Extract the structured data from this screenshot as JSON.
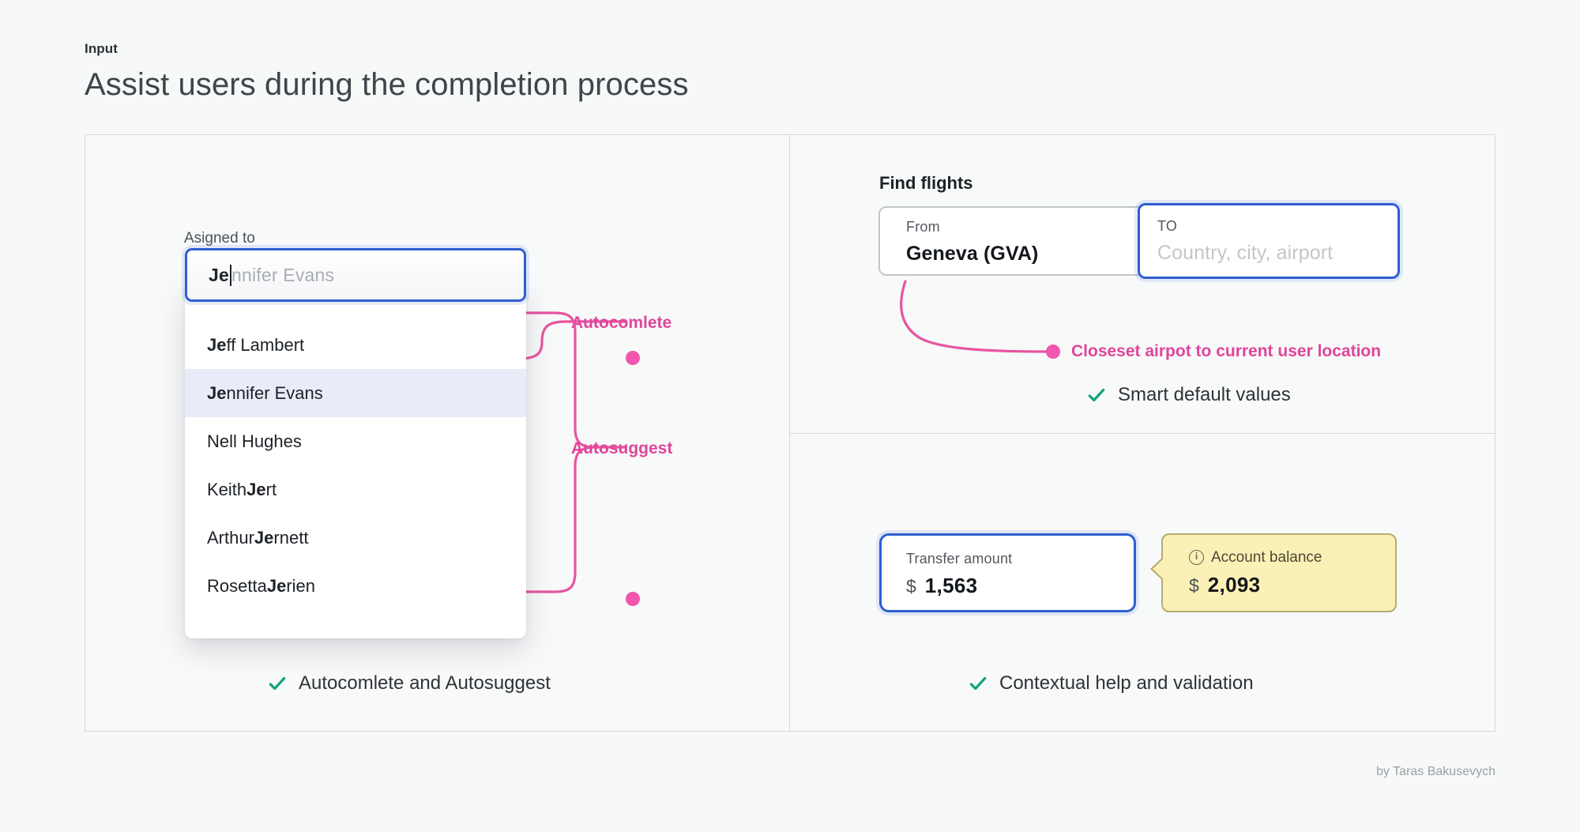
{
  "header": {
    "eyebrow": "Input",
    "title": "Assist users during the completion process"
  },
  "left_panel": {
    "combo": {
      "label": "Asigned to",
      "typed_text": "Je",
      "ghost_completion": "nnifer Evans",
      "options": [
        {
          "match": "Je",
          "rest": "ff Lambert",
          "prefix": "",
          "selected": false
        },
        {
          "match": "Je",
          "rest": "nnifer Evans",
          "prefix": "",
          "selected": true
        },
        {
          "match": "",
          "rest": "Nell Hughes",
          "prefix": "",
          "selected": false
        },
        {
          "match": "Je",
          "rest": "rt",
          "prefix": "Keith ",
          "selected": false
        },
        {
          "match": "Je",
          "rest": "rnett",
          "prefix": "Arthur ",
          "selected": false
        },
        {
          "match": "Je",
          "rest": "rien",
          "prefix": "Rosetta ",
          "selected": false
        }
      ]
    },
    "annotations": {
      "autocomplete": "Autocomlete",
      "autosuggest": "Autosuggest"
    },
    "caption": "Autocomlete and Autosuggest"
  },
  "right_top_panel": {
    "title": "Find flights",
    "from": {
      "label": "From",
      "value": "Geneva (GVA)"
    },
    "to": {
      "label": "TO",
      "placeholder": "Country, city, airport"
    },
    "annotation": "Closeset airpot to current user location",
    "caption": "Smart default values"
  },
  "right_bottom_panel": {
    "transfer": {
      "label": "Transfer amount",
      "currency_symbol": "$",
      "value": "1,563"
    },
    "balance_tooltip": {
      "icon": "info-icon",
      "label": "Account balance",
      "currency_symbol": "$",
      "value": "2,093"
    },
    "caption": "Contextual help and validation"
  },
  "footer": {
    "credit": "by Taras Bakusevych"
  },
  "colors": {
    "accent_pink": "#e8559f",
    "focus_blue": "#2f5fd0",
    "check_green": "#14a37f",
    "tooltip_yellow": "#fbf0b6",
    "page_background": "#f7f8f8"
  }
}
